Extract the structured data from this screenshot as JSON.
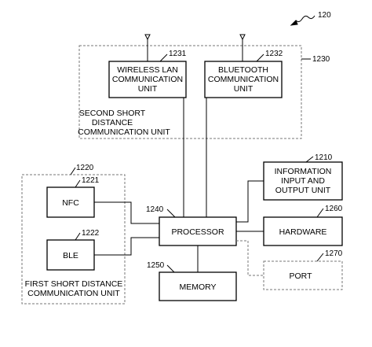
{
  "figure_ref": "120",
  "groups": {
    "second_short_distance": {
      "ref": "1230",
      "caption": [
        "SECOND SHORT",
        "DISTANCE",
        "COMMUNICATION UNIT"
      ]
    },
    "first_short_distance": {
      "ref": "1220",
      "caption": [
        "FIRST SHORT DISTANCE",
        "COMMUNICATION UNIT"
      ]
    }
  },
  "blocks": {
    "wireless_lan": {
      "ref": "1231",
      "lines": [
        "WIRELESS LAN",
        "COMMUNICATION",
        "UNIT"
      ]
    },
    "bluetooth": {
      "ref": "1232",
      "lines": [
        "BLUETOOTH",
        "COMMUNICATION",
        "UNIT"
      ]
    },
    "info_io": {
      "ref": "1210",
      "lines": [
        "INFORMATION",
        "INPUT AND",
        "OUTPUT UNIT"
      ]
    },
    "nfc": {
      "ref": "1221",
      "label": "NFC"
    },
    "ble": {
      "ref": "1222",
      "label": "BLE"
    },
    "processor": {
      "ref": "1240",
      "label": "PROCESSOR"
    },
    "hardware": {
      "ref": "1260",
      "label": "HARDWARE"
    },
    "memory": {
      "ref": "1250",
      "label": "MEMORY"
    },
    "port": {
      "ref": "1270",
      "label": "PORT"
    }
  }
}
